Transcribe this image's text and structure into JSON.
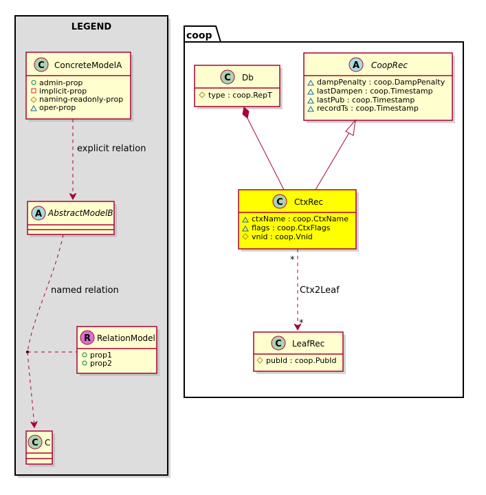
{
  "legend": {
    "title": "LEGEND",
    "classes": {
      "concrete_a": {
        "stereotype": "C",
        "name": "ConcreteModelA",
        "members": [
          {
            "vis": "public",
            "text": "admin-prop"
          },
          {
            "vis": "private",
            "text": "implicit-prop"
          },
          {
            "vis": "protected",
            "text": "naming-readonly-prop"
          },
          {
            "vis": "package",
            "text": "oper-prop"
          }
        ]
      },
      "abstract_b": {
        "stereotype": "A",
        "name": "AbstractModelB",
        "members": []
      },
      "relation_model": {
        "stereotype": "R",
        "name": "RelationModel",
        "members": [
          {
            "vis": "public",
            "text": "prop1"
          },
          {
            "vis": "public",
            "text": "prop2"
          }
        ]
      },
      "c": {
        "stereotype": "C",
        "name": "C",
        "members": []
      }
    },
    "relations": {
      "explicit": "explicit relation",
      "named": "named relation"
    }
  },
  "package": {
    "name": "coop",
    "classes": {
      "db": {
        "stereotype": "C",
        "name": "Db",
        "members": [
          {
            "vis": "protected",
            "text": "type : coop.RepT"
          }
        ]
      },
      "coop_rec": {
        "stereotype": "A",
        "name": "CoopRec",
        "members": [
          {
            "vis": "package",
            "text": "dampPenalty : coop.DampPenalty"
          },
          {
            "vis": "package",
            "text": "lastDampen : coop.Timestamp"
          },
          {
            "vis": "package",
            "text": "lastPub : coop.Timestamp"
          },
          {
            "vis": "package",
            "text": "recordTs : coop.Timestamp"
          }
        ]
      },
      "ctx_rec": {
        "stereotype": "C",
        "name": "CtxRec",
        "members": [
          {
            "vis": "package",
            "text": "ctxName : coop.CtxName"
          },
          {
            "vis": "package",
            "text": "flags : coop.CtxFlags"
          },
          {
            "vis": "protected",
            "text": "vnid : coop.Vnid"
          }
        ]
      },
      "leaf_rec": {
        "stereotype": "C",
        "name": "LeafRec",
        "members": [
          {
            "vis": "protected",
            "text": "pubId : coop.PubId"
          }
        ]
      }
    },
    "relations": {
      "ctx2leaf": {
        "label": "Ctx2Leaf",
        "source_mult": "*",
        "target_mult": "*"
      }
    }
  },
  "colors": {
    "class_fill": "#FEFECE",
    "highlight_fill": "#FFFF00",
    "border": "#A80036",
    "legend_bg": "#DDDDDD",
    "circle_class": "#ADD1B2",
    "circle_abstract": "#A9DCDF",
    "circle_relation": "#DA70D6"
  }
}
